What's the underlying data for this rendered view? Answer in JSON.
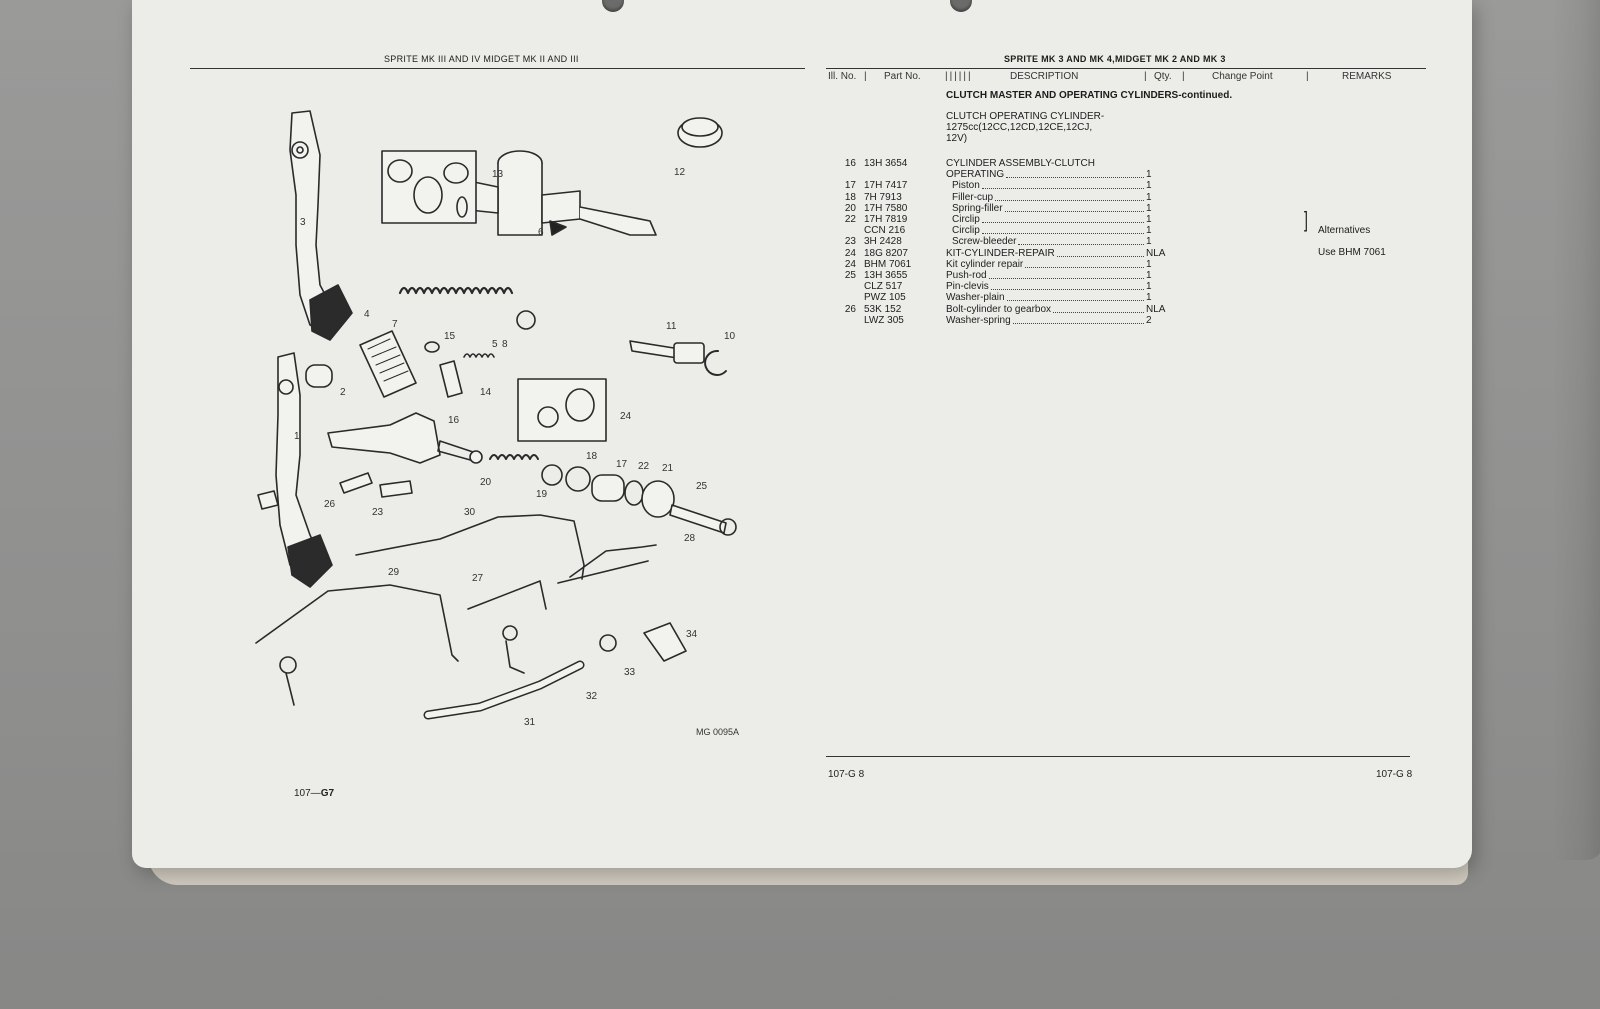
{
  "left_page": {
    "header": "SPRITE MK III AND IV MIDGET MK II AND III",
    "figure_code": "MG 0095A",
    "footer_prefix": "107—",
    "footer_bold": "G7",
    "callouts": [
      "1",
      "2",
      "3",
      "4",
      "5",
      "6",
      "7",
      "8",
      "10",
      "11",
      "12",
      "13",
      "14",
      "15",
      "16",
      "17",
      "18",
      "19",
      "20",
      "21",
      "22",
      "23",
      "24",
      "25",
      "26",
      "27",
      "28",
      "29",
      "30",
      "31",
      "32",
      "33",
      "34"
    ]
  },
  "right_page": {
    "header": "SPRITE MK 3 AND MK 4,MIDGET MK 2 AND MK 3",
    "columns": {
      "ill_no": "Ill. No.",
      "part_no": "Part No.",
      "bars": "||||||",
      "description": "DESCRIPTION",
      "qty": "Qty.",
      "change_point": "Change Point",
      "remarks": "REMARKS"
    },
    "section_title": "CLUTCH MASTER AND OPERATING CYLINDERS-continued.",
    "subtitle_lines": [
      "CLUTCH OPERATING CYLINDER-",
      "1275cc(12CC,12CD,12CE,12CJ,",
      "12V)"
    ],
    "rows": [
      {
        "ill": "16",
        "part": "13H 3654",
        "desc": "CYLINDER ASSEMBLY-CLUTCH",
        "qty": ""
      },
      {
        "ill": "",
        "part": "",
        "desc": "OPERATING",
        "qty": "1"
      },
      {
        "ill": "17",
        "part": "17H 7417",
        "desc": "Piston",
        "qty": "1"
      },
      {
        "ill": "18",
        "part": "7H 7913",
        "desc": "Filler-cup",
        "qty": "1"
      },
      {
        "ill": "20",
        "part": "17H 7580",
        "desc": "Spring-filler",
        "qty": "1"
      },
      {
        "ill": "22",
        "part": "17H 7819",
        "desc": "Circlip",
        "qty": "1"
      },
      {
        "ill": "",
        "part": "CCN 216",
        "desc": "Circlip",
        "qty": "1"
      },
      {
        "ill": "23",
        "part": "3H 2428",
        "desc": "Screw-bleeder",
        "qty": "1"
      },
      {
        "ill": "24",
        "part": "18G 8207",
        "desc": "KIT-CYLINDER-REPAIR",
        "qty": "NLA"
      },
      {
        "ill": "24",
        "part": "BHM 7061",
        "desc": "Kit cylinder repair",
        "qty": "1"
      },
      {
        "ill": "25",
        "part": "13H 3655",
        "desc": "Push-rod",
        "qty": "1"
      },
      {
        "ill": "",
        "part": "CLZ 517",
        "desc": "Pin-clevis",
        "qty": "1"
      },
      {
        "ill": "",
        "part": "PWZ 105",
        "desc": "Washer-plain",
        "qty": "1"
      },
      {
        "ill": "26",
        "part": "53K 152",
        "desc": "Bolt-cylinder to gearbox",
        "qty": "NLA"
      },
      {
        "ill": "",
        "part": "LWZ 305",
        "desc": "Washer-spring",
        "qty": "2"
      }
    ],
    "remarks": {
      "alternatives": "Alternatives",
      "use": "Use BHM 7061"
    },
    "footer_left": "107-G 8",
    "footer_right": "107-G 8"
  }
}
